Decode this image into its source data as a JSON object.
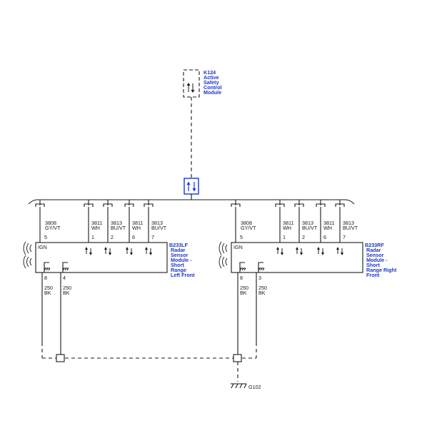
{
  "k124": {
    "lines": [
      "K124",
      "Active",
      "Safety",
      "Control",
      "Module"
    ]
  },
  "left_module": {
    "ign_label": "IGN",
    "name_lines": [
      "B233LF",
      "Radar",
      "Sensor",
      "Module -",
      "Short",
      "Range",
      "Left Front"
    ],
    "top_pins": [
      {
        "circuit": "3808",
        "color": "GY/VT",
        "pin": "5"
      },
      {
        "circuit": "3811",
        "color": "WH",
        "pin": "1"
      },
      {
        "circuit": "3813",
        "color": "BU/VT",
        "pin": "2"
      },
      {
        "circuit": "3811",
        "color": "WH",
        "pin": "6"
      },
      {
        "circuit": "3813",
        "color": "BU/VT",
        "pin": "7"
      }
    ],
    "bottom_pins": [
      {
        "pin": "8",
        "circuit": "250",
        "color": "BK"
      },
      {
        "pin": "4",
        "circuit": "250",
        "color": "BK"
      }
    ]
  },
  "right_module": {
    "ign_label": "IGN",
    "name_lines": [
      "B233RF",
      "Radar",
      "Sensor",
      "Module -",
      "Short",
      "Range Right",
      "Front"
    ],
    "top_pins": [
      {
        "circuit": "3808",
        "color": "GY/VT",
        "pin": "5"
      },
      {
        "circuit": "3811",
        "color": "WH",
        "pin": "1"
      },
      {
        "circuit": "3813",
        "color": "BU/VT",
        "pin": "2"
      },
      {
        "circuit": "3811",
        "color": "WH",
        "pin": "6"
      },
      {
        "circuit": "3813",
        "color": "BU/VT",
        "pin": "7"
      }
    ],
    "bottom_pins": [
      {
        "pin": "8",
        "circuit": "250",
        "color": "BK"
      },
      {
        "pin": "3",
        "circuit": "250",
        "color": "BK"
      }
    ]
  },
  "ground": {
    "label": "G102"
  },
  "icons": {
    "data_link": "bidirectional-arrow-icon",
    "ground": "ground-symbol-icon",
    "sensor": "radar-wave-icon"
  },
  "colors": {
    "label_blue": "#1f36c8",
    "wire": "#1a1a1a"
  }
}
